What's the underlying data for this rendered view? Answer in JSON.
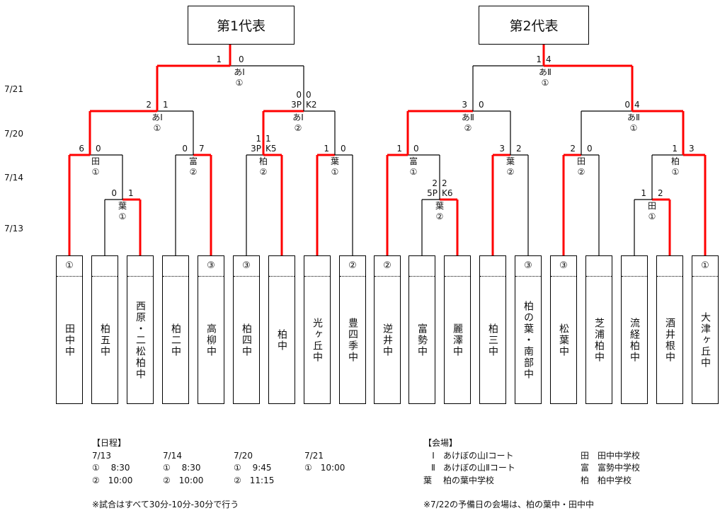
{
  "representatives": [
    {
      "label": "第1代表"
    },
    {
      "label": "第2代表"
    }
  ],
  "dates": [
    "7/21",
    "7/20",
    "7/14",
    "7/13"
  ],
  "teams": [
    {
      "name": "田中中",
      "seed": "①",
      "advanced": true
    },
    {
      "name": "柏五中",
      "seed": "",
      "advanced": false
    },
    {
      "name": "西原・二松柏中",
      "seed": "",
      "advanced": true
    },
    {
      "name": "柏二中",
      "seed": "",
      "advanced": false
    },
    {
      "name": "高柳中",
      "seed": "③",
      "advanced": true
    },
    {
      "name": "柏四中",
      "seed": "③",
      "advanced": false
    },
    {
      "name": "柏中",
      "seed": "",
      "advanced": true
    },
    {
      "name": "光ヶ丘中",
      "seed": "",
      "advanced": true
    },
    {
      "name": "豊四季中",
      "seed": "②",
      "advanced": false
    },
    {
      "name": "逆井中",
      "seed": "②",
      "advanced": true
    },
    {
      "name": "富勢中",
      "seed": "",
      "advanced": false
    },
    {
      "name": "麗澤中",
      "seed": "",
      "advanced": true
    },
    {
      "name": "柏三中",
      "seed": "",
      "advanced": true
    },
    {
      "name": "柏の葉・南部中",
      "seed": "③",
      "advanced": false
    },
    {
      "name": "松葉中",
      "seed": "③",
      "advanced": true
    },
    {
      "name": "芝浦柏中",
      "seed": "",
      "advanced": false
    },
    {
      "name": "流経柏中",
      "seed": "",
      "advanced": false
    },
    {
      "name": "酒井根中",
      "seed": "",
      "advanced": true
    },
    {
      "name": "大津ヶ丘中",
      "seed": "①",
      "advanced": true
    }
  ],
  "matches": [
    {
      "id": "m1",
      "round": "7/13",
      "venue": "葉",
      "slot": "①",
      "score_left": "0",
      "score_right": "1",
      "pk_left": "",
      "pk_right": "",
      "winner": "right"
    },
    {
      "id": "m2",
      "round": "7/13",
      "venue": "葉",
      "slot": "②",
      "score_left": "2",
      "score_right": "2",
      "pk_left": "5P",
      "pk_right": "K6",
      "winner": "right"
    },
    {
      "id": "m3",
      "round": "7/13",
      "venue": "田",
      "slot": "①",
      "score_left": "1",
      "score_right": "2",
      "pk_left": "",
      "pk_right": "",
      "winner": "right"
    },
    {
      "id": "m4",
      "round": "7/14",
      "venue": "田",
      "slot": "①",
      "score_left": "6",
      "score_right": "0",
      "pk_left": "",
      "pk_right": "",
      "winner": "left"
    },
    {
      "id": "m5",
      "round": "7/14",
      "venue": "富",
      "slot": "②",
      "score_left": "0",
      "score_right": "7",
      "pk_left": "",
      "pk_right": "",
      "winner": "right"
    },
    {
      "id": "m6",
      "round": "7/14",
      "venue": "柏",
      "slot": "②",
      "score_left": "1",
      "score_right": "1",
      "pk_left": "3P",
      "pk_right": "K5",
      "winner": "right"
    },
    {
      "id": "m7",
      "round": "7/14",
      "venue": "葉",
      "slot": "①",
      "score_left": "1",
      "score_right": "0",
      "pk_left": "",
      "pk_right": "",
      "winner": "left"
    },
    {
      "id": "m8",
      "round": "7/14",
      "venue": "富",
      "slot": "①",
      "score_left": "1",
      "score_right": "0",
      "pk_left": "",
      "pk_right": "",
      "winner": "left"
    },
    {
      "id": "m9",
      "round": "7/14",
      "venue": "葉",
      "slot": "②",
      "score_left": "3",
      "score_right": "2",
      "pk_left": "",
      "pk_right": "",
      "winner": "left"
    },
    {
      "id": "m10",
      "round": "7/14",
      "venue": "田",
      "slot": "②",
      "score_left": "2",
      "score_right": "0",
      "pk_left": "",
      "pk_right": "",
      "winner": "left"
    },
    {
      "id": "m11",
      "round": "7/14",
      "venue": "柏",
      "slot": "①",
      "score_left": "1",
      "score_right": "3",
      "pk_left": "",
      "pk_right": "",
      "winner": "right"
    },
    {
      "id": "m12",
      "round": "7/20",
      "venue": "あⅠ",
      "slot": "①",
      "score_left": "2",
      "score_right": "1",
      "pk_left": "",
      "pk_right": "",
      "winner": "left"
    },
    {
      "id": "m13",
      "round": "7/20",
      "venue": "あⅠ",
      "slot": "②",
      "score_left": "0",
      "score_right": "0",
      "pk_left": "3P",
      "pk_right": "K2",
      "winner": "left"
    },
    {
      "id": "m14",
      "round": "7/20",
      "venue": "あⅡ",
      "slot": "②",
      "score_left": "3",
      "score_right": "0",
      "pk_left": "",
      "pk_right": "",
      "winner": "left"
    },
    {
      "id": "m15",
      "round": "7/20",
      "venue": "あⅡ",
      "slot": "①",
      "score_left": "0",
      "score_right": "4",
      "pk_left": "",
      "pk_right": "",
      "winner": "right"
    },
    {
      "id": "m16",
      "round": "7/21",
      "venue": "あⅠ",
      "slot": "①",
      "score_left": "1",
      "score_right": "0",
      "pk_left": "",
      "pk_right": "",
      "winner": "left"
    },
    {
      "id": "m17",
      "round": "7/21",
      "venue": "あⅡ",
      "slot": "①",
      "score_left": "1",
      "score_right": "4",
      "pk_left": "",
      "pk_right": "",
      "winner": "right"
    }
  ],
  "schedule": {
    "heading": "【日程】",
    "days": [
      {
        "date": "7/13",
        "slots": [
          "①　 8:30",
          "②　10:00"
        ]
      },
      {
        "date": "7/14",
        "slots": [
          "①　 8:30",
          "②　10:00"
        ]
      },
      {
        "date": "7/20",
        "slots": [
          "①　 9:45",
          "②　11:15"
        ]
      },
      {
        "date": "7/21",
        "slots": [
          "①　10:00"
        ]
      }
    ],
    "note": "※試合はすべて30分-10分-30分で行う"
  },
  "venues": {
    "heading": "【会場】",
    "left": [
      {
        "code": "Ⅰ",
        "name": "あけぼの山Ⅰコート"
      },
      {
        "code": "Ⅱ",
        "name": "あけぼの山Ⅱコート"
      },
      {
        "code": "葉",
        "name": "柏の葉中学校"
      }
    ],
    "right": [
      {
        "code": "田",
        "name": "田中中学校"
      },
      {
        "code": "富",
        "name": "富勢中学校"
      },
      {
        "code": "柏",
        "name": "柏中学校"
      }
    ],
    "note": "※7/22の予備日の会場は、柏の葉中・田中中"
  },
  "colors": {
    "win_line": "#ff0000",
    "line": "#000000"
  }
}
